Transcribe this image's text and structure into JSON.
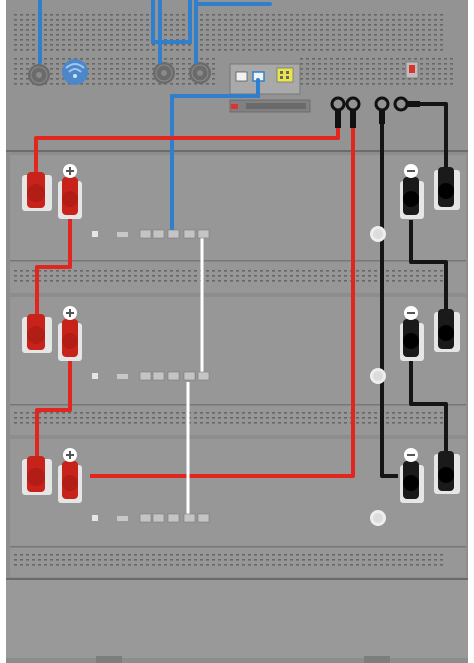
{
  "colors": {
    "cabinet": "#8f8f8f",
    "cabinet_dark": "#6f6f6f",
    "panel": "#999999",
    "vent": "#5f5f5f",
    "positive_cable": "#e0261f",
    "negative_cable": "#151515",
    "comm_cable": "#2f7fcc",
    "link_cable": "#ffffff",
    "terminal_bg": "#e6e6e6",
    "positive_terminal": "#c8231b",
    "negative_terminal": "#1a1a1a"
  },
  "icons": {
    "positive_symbol": "+",
    "negative_symbol": "−"
  },
  "control_unit": {
    "fans": [
      "fan-left-icon",
      "wifi-module-icon",
      "fan-center-left-icon",
      "fan-center-right-icon"
    ],
    "ports": [
      "ethernet-port-icon",
      "can-port-icon",
      "dry-contact-terminal-icon"
    ],
    "breaker": "breaker-switch-icon"
  },
  "battery_modules": [
    {
      "id": "module-1",
      "has_link_in": false,
      "has_link_out": true
    },
    {
      "id": "module-2",
      "has_link_in": true,
      "has_link_out": true
    },
    {
      "id": "module-3",
      "has_link_in": true,
      "has_link_out": false
    }
  ]
}
